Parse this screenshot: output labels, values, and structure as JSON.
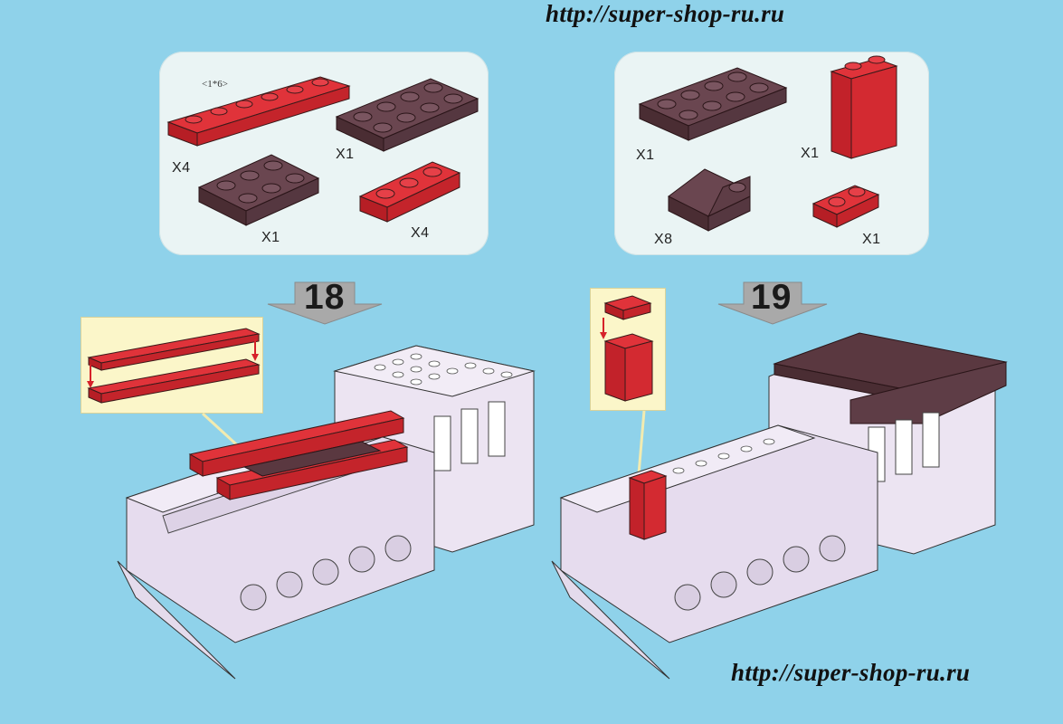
{
  "header": {
    "url": "http://super-shop-ru.ru"
  },
  "footer": {
    "url": "http://super-shop-ru.ru"
  },
  "step18": {
    "number": "18",
    "parts": {
      "plate_1x6_label": "<1*6>",
      "plate_1x6_qty": "X4",
      "plate_2x4_qty": "X1",
      "plate_2x3_qty": "X1",
      "plate_1x3_qty": "X4"
    }
  },
  "step19": {
    "number": "19",
    "parts": {
      "plate_2x4_qty": "X1",
      "brick_1x2x2_qty": "X1",
      "slope_qty": "X8",
      "plate_1x2_qty": "X1"
    }
  },
  "colors": {
    "background": "#8fd2ea",
    "panel": "#eaf4f4",
    "callout": "#fbf6c9",
    "red": "#d6222a",
    "dark_brown": "#5a3840",
    "model_body": "#e8dff0"
  }
}
